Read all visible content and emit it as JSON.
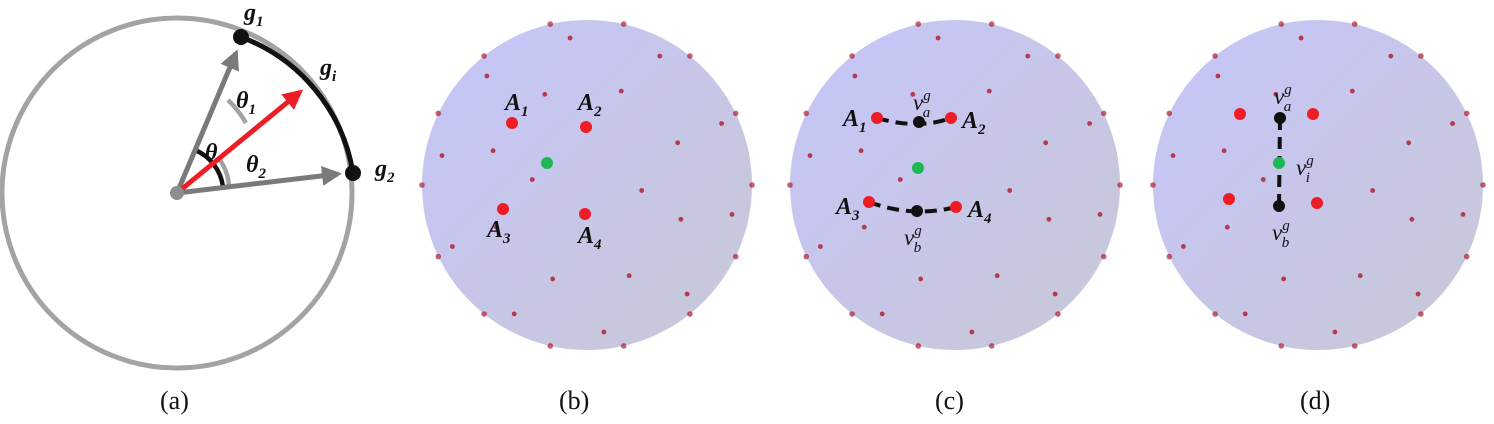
{
  "colors": {
    "sphere_fill_top": "#c7c6f6",
    "sphere_fill_bottom": "#c9c9d8",
    "grid_point": "#b22a3a",
    "sample_point": "#ee1c24",
    "center_point": "#1db954",
    "interp_point": "#111111",
    "arc_gray": "#9e9e9e",
    "arc_black": "#111111",
    "arrow_red": "#ee1c24",
    "arrow_gray": "#7a7a7a"
  },
  "captions": {
    "a": "(a)",
    "b": "(b)",
    "c": "(c)",
    "d": "(d)"
  },
  "panel_a": {
    "g1": {
      "base": "g",
      "sub": "1"
    },
    "gi": {
      "base": "g",
      "sub": "i"
    },
    "g2": {
      "base": "g",
      "sub": "2"
    },
    "theta": {
      "base": "θ",
      "sub": ""
    },
    "theta1": {
      "base": "θ",
      "sub": "1"
    },
    "theta2": {
      "base": "θ",
      "sub": "2"
    }
  },
  "panel_b": {
    "A1": {
      "base": "A",
      "sub": "1"
    },
    "A2": {
      "base": "A",
      "sub": "2"
    },
    "A3": {
      "base": "A",
      "sub": "3"
    },
    "A4": {
      "base": "A",
      "sub": "4"
    }
  },
  "panel_c": {
    "A1": {
      "base": "A",
      "sub": "1"
    },
    "A2": {
      "base": "A",
      "sub": "2"
    },
    "A3": {
      "base": "A",
      "sub": "3"
    },
    "A4": {
      "base": "A",
      "sub": "4"
    },
    "va": {
      "base": "v",
      "sup": "g",
      "sub": "a"
    },
    "vb": {
      "base": "v",
      "sup": "g",
      "sub": "b"
    }
  },
  "panel_d": {
    "va": {
      "base": "v",
      "sup": "g",
      "sub": "a"
    },
    "vi": {
      "base": "v",
      "sup": "g",
      "sub": "i"
    },
    "vb": {
      "base": "v",
      "sup": "g",
      "sub": "b"
    }
  }
}
